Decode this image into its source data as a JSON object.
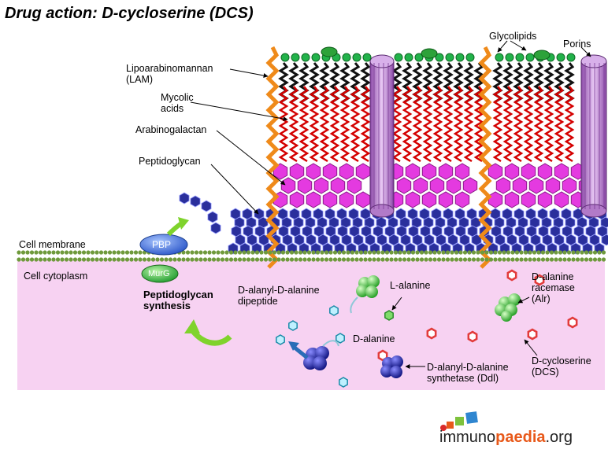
{
  "title": "Drug action: D-cycloserine (DCS)",
  "labels": {
    "lam_line1": "Lipoarabinomannan",
    "lam_line2": "(LAM)",
    "mycolic_line1": "Mycolic",
    "mycolic_line2": "acids",
    "arabinogalactan": "Arabinogalactan",
    "peptidoglycan": "Peptidoglycan",
    "glycolipids": "Glycolipids",
    "porins": "Porins",
    "cell_membrane": "Cell membrane",
    "cell_cytoplasm": "Cell cytoplasm",
    "pbp": "PBP",
    "murg": "MurG",
    "pg_synthesis_line1": "Peptidoglycan",
    "pg_synthesis_line2": "synthesis",
    "dipeptide_line1": "D-alanyl-D-alanine",
    "dipeptide_line2": "dipeptide",
    "l_alanine": "L-alanine",
    "d_alanine": "D-alanine",
    "racemase_line1": "D-alanine",
    "racemase_line2": "racemase",
    "racemase_line3": "(Alr)",
    "ddl_line1": "D-alanyl-D-alanine",
    "ddl_line2": "synthetase (Ddl)",
    "dcs_line1": "D-cycloserine",
    "dcs_line2": "(DCS)"
  },
  "logo": {
    "part1": "immuno",
    "part2": "paedia",
    "part3": ".org"
  },
  "colors": {
    "cytoplasm": "#f7d2f2",
    "lipid_tail": "#d40000",
    "lipid_tail_outer": "#111111",
    "arabinogalactan": "#e43ae0",
    "peptidoglycan": "#2a2f9c",
    "lam": "#ef8a1a",
    "porin": "#b27ac8",
    "membrane": "#6f9a3c",
    "pbp": "#3c73d8",
    "murg": "#3cb83c",
    "l_alanine": "#7fdc6a",
    "d_alanine": "#bff0ff",
    "dcs": "#e23b3b",
    "arrow_green": "#7fd32c",
    "arrow_blue": "#2a6db7"
  }
}
